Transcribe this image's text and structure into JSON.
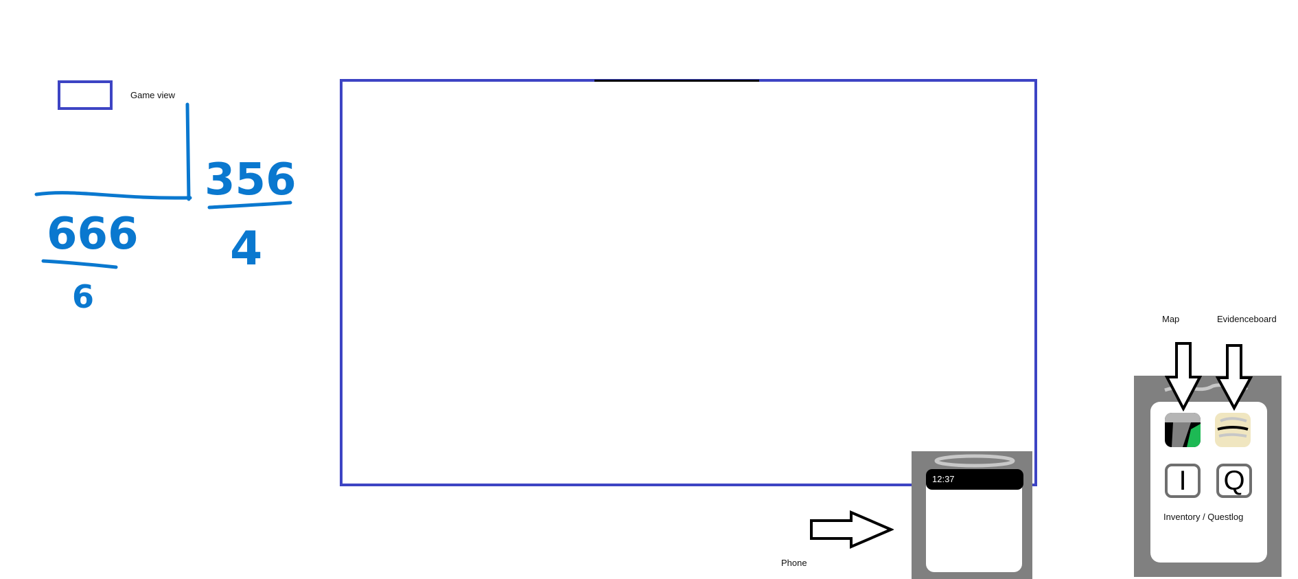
{
  "legend": {
    "label": "Game view"
  },
  "sketch": {
    "top_number": "356",
    "top_denominator": "4",
    "bottom_number": "666",
    "bottom_denominator": "6"
  },
  "phone": {
    "label": "Phone",
    "time": "12:37"
  },
  "menu": {
    "map_label": "Map",
    "evidence_label": "Evidenceboard",
    "inventory_questlog_label": "Inventory / Questlog",
    "inventory_glyph": "I",
    "questlog_glyph": "Q"
  },
  "colors": {
    "game_view_border": "#3d44c4",
    "sketch_blue": "#0a78cf",
    "device_gray": "#808080",
    "map_green": "#1db954"
  }
}
